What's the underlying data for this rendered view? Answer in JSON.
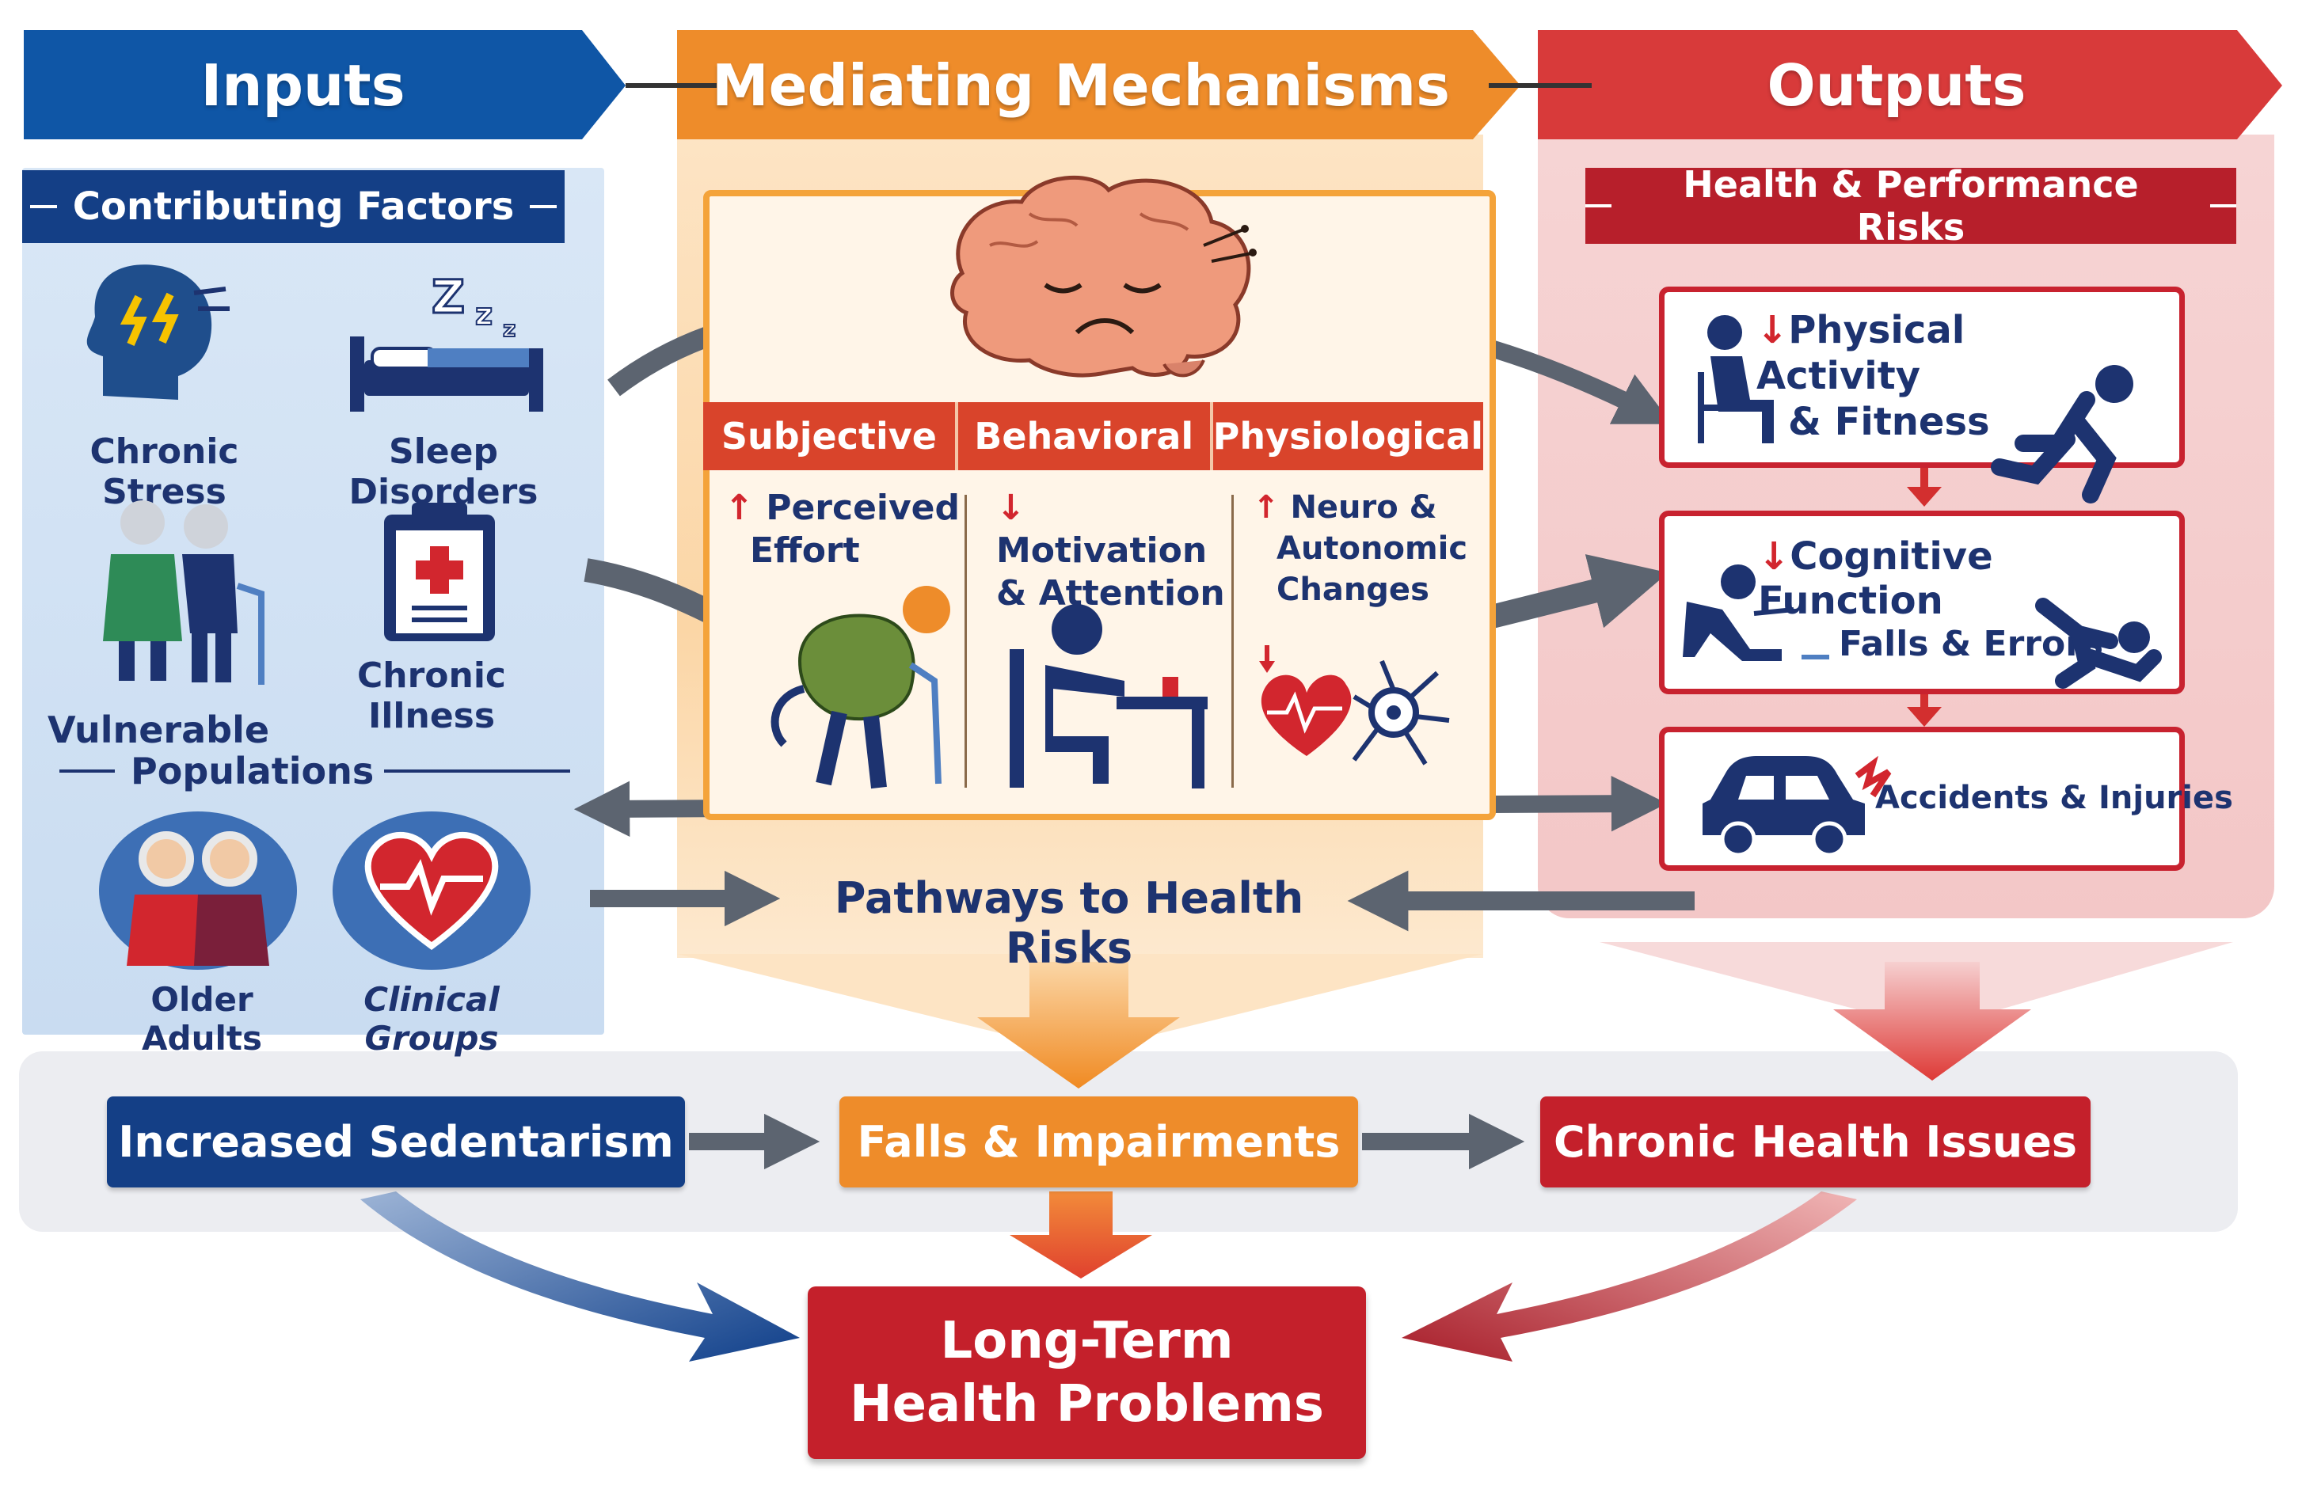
{
  "headers": {
    "inputs": "Inputs",
    "mediating": "Mediating Mechanisms",
    "outputs": "Outputs"
  },
  "inputs": {
    "banner": "Contributing Factors",
    "factors": {
      "stress": "Chronic Stress",
      "sleep": "Sleep Disorders",
      "illness": "Chronic Illness"
    },
    "vulnerable": {
      "line1": "Vulnerable",
      "line2": "Populations",
      "older": "Older Adults",
      "clinical": "Clinical Groups"
    }
  },
  "mechanisms": {
    "tabs": [
      "Subjective",
      "Behavioral",
      "Physiological"
    ],
    "subjective": {
      "line1": "Perceived",
      "line2": "Effort"
    },
    "behavioral": {
      "line1": "Motivation",
      "line2": "& Attention"
    },
    "physiological": {
      "line1": "Neuro &",
      "line2": "Autonomic",
      "line3": "Changes"
    },
    "pathways": "Pathways to Health Risks"
  },
  "outputs": {
    "banner": "Health & Performance Risks",
    "physical": {
      "line1": "Physical Activity",
      "line2": "& Fitness"
    },
    "cognitive": {
      "line1": "Cognitive Function",
      "falls": "Falls & Errors"
    },
    "accidents": "Accidents & Injuries"
  },
  "flow": {
    "sedentarism": "Increased Sedentarism",
    "falls": "Falls & Impairments",
    "chronic": "Chronic Health Issues"
  },
  "final": {
    "line1": "Long-Term",
    "line2": "Health Problems"
  },
  "glyphs": {
    "up": "↑",
    "down": "↓"
  },
  "colors": {
    "blue": "#0f4c99",
    "orange": "#ee8c2a",
    "red": "#d3333a",
    "navy": "#1d3370"
  }
}
